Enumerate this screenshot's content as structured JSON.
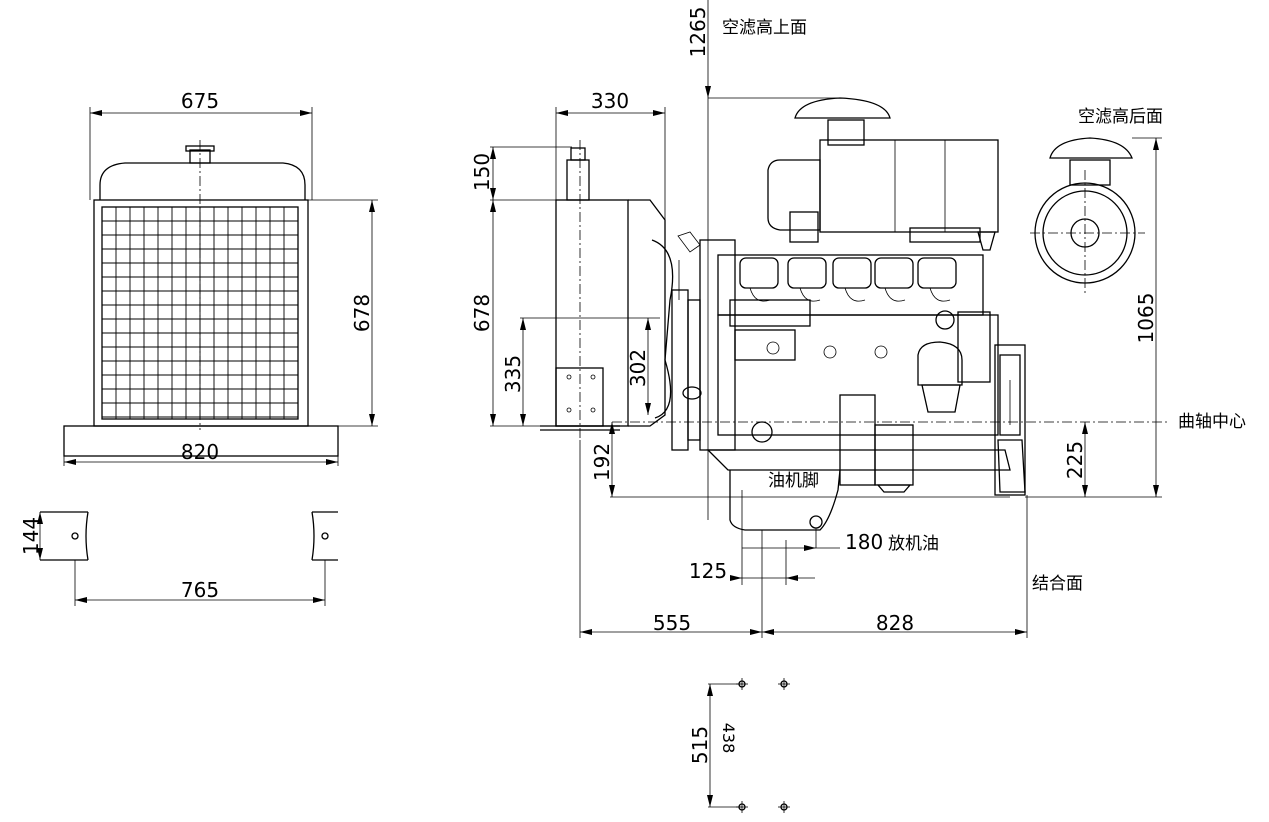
{
  "dimensions": {
    "radiator_width_top": "675",
    "radiator_height": "678",
    "radiator_base_width": "820",
    "foot_height": "144",
    "foot_span": "765",
    "fan_depth": "330",
    "radiator_cap_height": "150",
    "radiator_side_height": "678",
    "radiator_lower": "335",
    "fan_center": "302",
    "airfilter_height": "1265",
    "overall_height": "1065",
    "crank_to_foot": "192",
    "crank_to_base": "225",
    "drain_offset": "180",
    "drain_width": "125",
    "front_length": "555",
    "rear_length": "828",
    "mount_width_outer": "515",
    "mount_width_inner": "438"
  },
  "labels": {
    "airfilter_top": "空滤高上面",
    "airfilter_rear": "空滤高后面",
    "crank_center": "曲轴中心",
    "oil_foot": "油机脚",
    "drain_oil": "放机油",
    "mating_face": "结合面"
  }
}
